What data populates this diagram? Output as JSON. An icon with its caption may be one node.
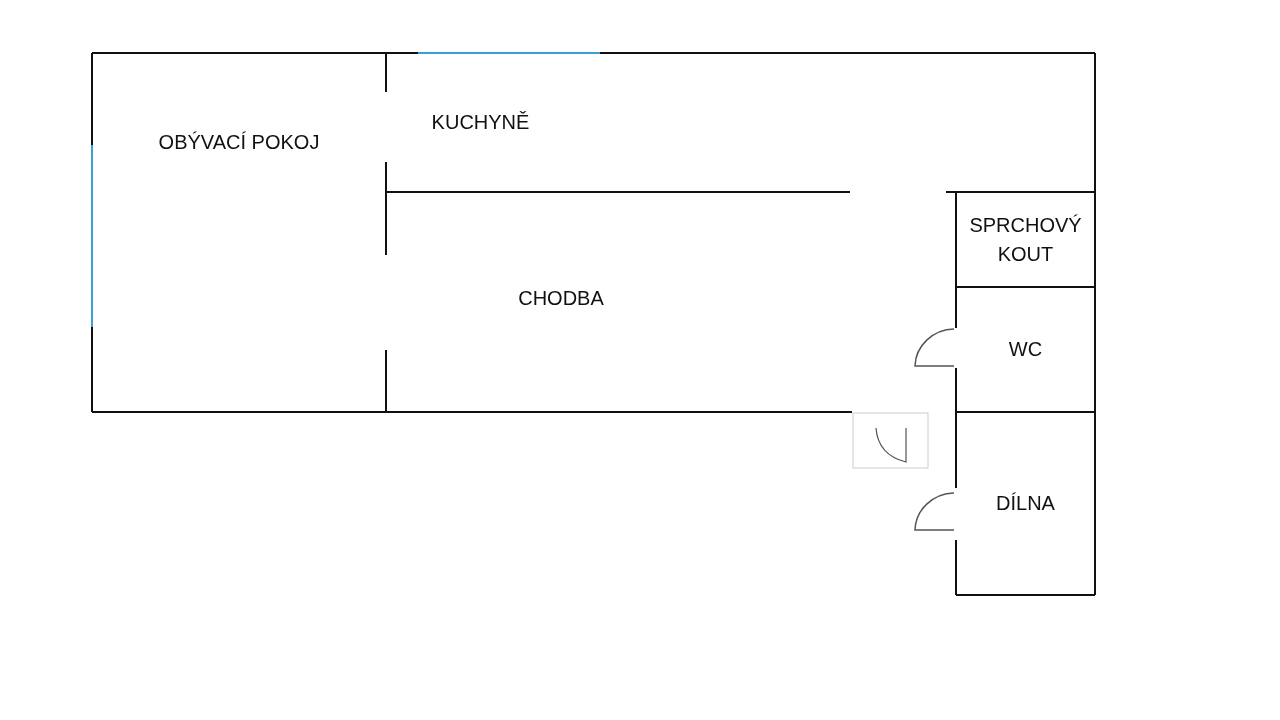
{
  "diagram": {
    "nodes": [
      {
        "text": [
          "OBÝVACÍ POKOJ"
        ]
      },
      {
        "text": [
          "KUCHYNĚ"
        ]
      },
      {
        "text": [
          "CHODBA"
        ]
      },
      {
        "text": [
          "SPRCHOVÝ KOUT"
        ]
      },
      {
        "text": [
          "WC"
        ]
      },
      {
        "text": [
          "DÍLNA"
        ]
      }
    ],
    "edges": []
  }
}
